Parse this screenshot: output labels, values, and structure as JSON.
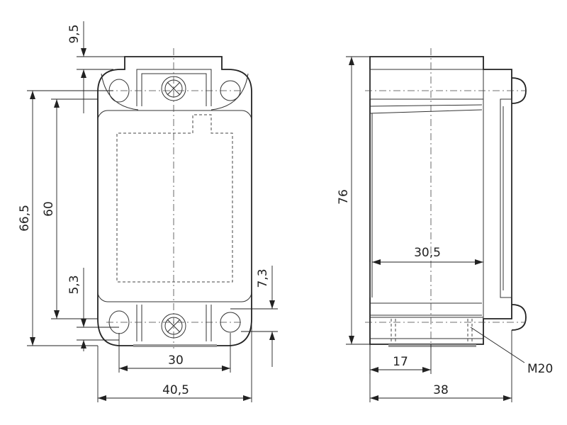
{
  "dimensions": {
    "top_offset": "9,5",
    "total_height": "66,5",
    "hole_spacing_v": "60",
    "bottom_offset": "5,3",
    "right_offset": "7,3",
    "hole_spacing_h": "30",
    "total_width": "40,5",
    "side_height": "76",
    "inner_width": "30,5",
    "thread_offset": "17",
    "side_width": "38"
  },
  "thread_label": "M20"
}
